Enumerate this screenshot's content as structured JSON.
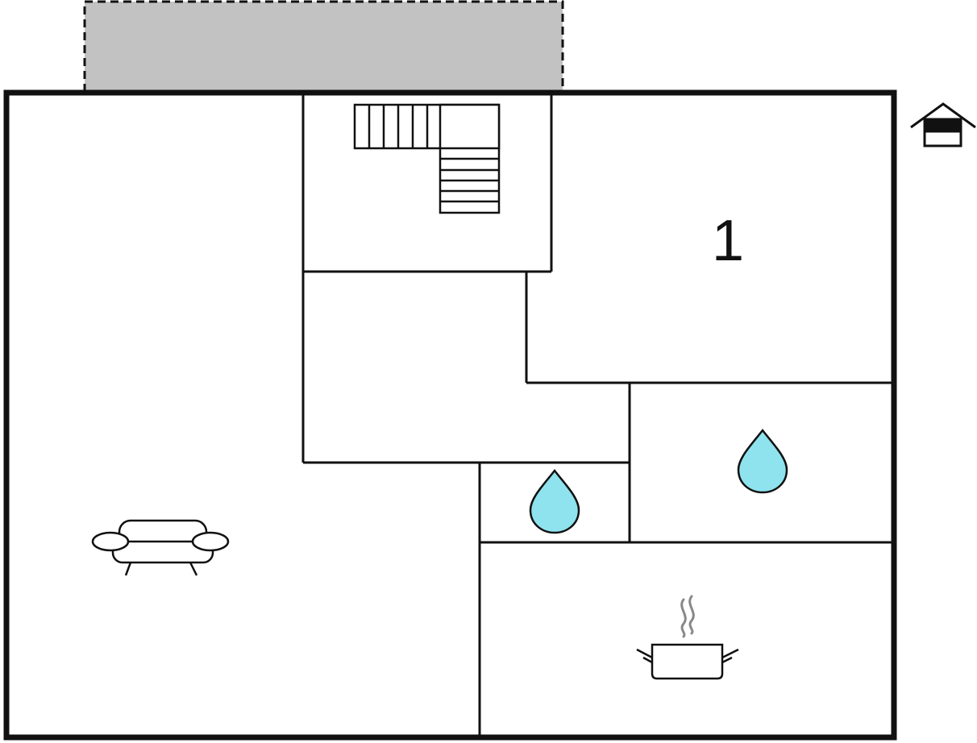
{
  "colors": {
    "wall": "#111111",
    "background": "#ffffff",
    "terrace_fill": "#c2c2c2",
    "water_drop": "#8ee3ee"
  },
  "terrace": {
    "border_style": "dashed"
  },
  "rooms": [
    {
      "id": "living-room",
      "icon": "sofa-icon"
    },
    {
      "id": "staircase-hall",
      "icon": "stairs-icon"
    },
    {
      "id": "bedroom-1",
      "label": "1"
    },
    {
      "id": "hallway"
    },
    {
      "id": "bathroom-small",
      "icon": "water-drop-icon"
    },
    {
      "id": "bathroom-large",
      "icon": "water-drop-icon"
    },
    {
      "id": "kitchen",
      "icon": "cooking-pot-icon"
    }
  ],
  "legend_icon": "house-icon"
}
